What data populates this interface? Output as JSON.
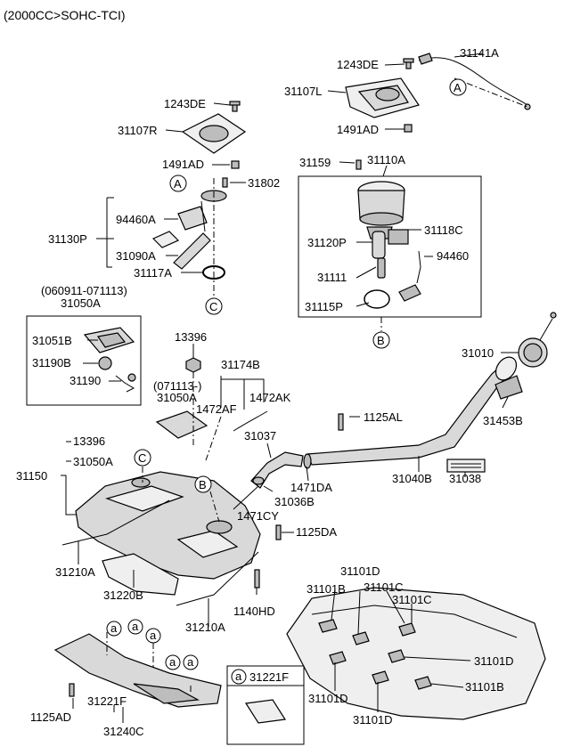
{
  "header": {
    "title": "(2000CC>SOHC-TCI)"
  },
  "labels": {
    "p31141A": "31141A",
    "p1243DE_a": "1243DE",
    "p31107L": "31107L",
    "p1491AD_a": "1491AD",
    "p1243DE_b": "1243DE",
    "p31107R": "31107R",
    "p1491AD_b": "1491AD",
    "p31802": "31802",
    "p94460A": "94460A",
    "p31130P": "31130P",
    "p31090A": "31090A",
    "p31117A": "31117A",
    "p31159": "31159",
    "p31110A": "31110A",
    "p31118C": "31118C",
    "p31120P": "31120P",
    "p94460": "94460",
    "p31111": "31111",
    "p31115P": "31115P",
    "date_range": "(060911-071113)",
    "p31050A_a": "31050A",
    "p31051B": "31051B",
    "p31190B": "31190B",
    "p31190": "31190",
    "p13396_a": "13396",
    "date_b": "(071113-)",
    "p31050A_b": "31050A",
    "p31174B": "31174B",
    "p1472AF": "1472AF",
    "p1472AK": "1472AK",
    "p31010": "31010",
    "p31453B": "31453B",
    "p1125AL": "1125AL",
    "p31037": "31037",
    "p13396_b": "13396",
    "p31050A_c": "31050A",
    "p31150": "31150",
    "p31040B": "31040B",
    "p31038": "31038",
    "p1471DA": "1471DA",
    "p31036B": "31036B",
    "p1471CY": "1471CY",
    "p1125DA": "1125DA",
    "p31210A_a": "31210A",
    "p31220B": "31220B",
    "p1140HD": "1140HD",
    "p31210A_b": "31210A",
    "p31101D_a": "31101D",
    "p31101B_a": "31101B",
    "p31101C_a": "31101C",
    "p31101C_b": "31101C",
    "p31101D_b": "31101D",
    "p31101D_c": "31101D",
    "p31101B_b": "31101B",
    "p31101D_d": "31101D",
    "p31221F_a": "31221F",
    "p31221F_b": "31221F",
    "p1125AD": "1125AD",
    "p31240C": "31240C"
  },
  "callouts": {
    "A": "A",
    "B": "B",
    "C": "C",
    "a": "a"
  }
}
